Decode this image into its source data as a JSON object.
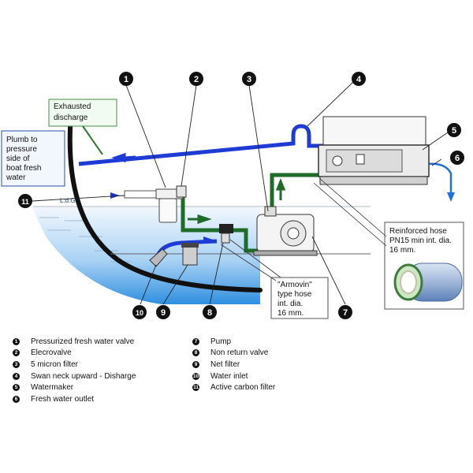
{
  "labels": {
    "exhausted_discharge": [
      "Exhausted",
      "discharge"
    ],
    "plumb_pressure": [
      "Plumb to",
      "pressure",
      "side of",
      "boat fresh",
      "water"
    ],
    "waterline": "L.d.G.",
    "armovin_hose": [
      "\"Armovin\"",
      "type hose",
      "int. dia.",
      "16 mm."
    ],
    "reinforced_hose": [
      "Reinforced hose",
      "PN15 min  int. dia.",
      "16 mm."
    ]
  },
  "callouts": [
    "1",
    "2",
    "3",
    "4",
    "5",
    "6",
    "7",
    "8",
    "9",
    "10",
    "11"
  ],
  "legend_left": [
    {
      "num": "1",
      "text": "Pressurized fresh water valve"
    },
    {
      "num": "2",
      "text": "Elecrovalve"
    },
    {
      "num": "3",
      "text": "5 micron filter"
    },
    {
      "num": "4",
      "text": "Swan neck upward - Disharge"
    },
    {
      "num": "5",
      "text": "Watermaker"
    },
    {
      "num": "6",
      "text": "Fresh water outlet"
    }
  ],
  "legend_right": [
    {
      "num": "7",
      "text": "Pump"
    },
    {
      "num": "8",
      "text": "Non return valve"
    },
    {
      "num": "9",
      "text": "Net filter"
    },
    {
      "num": "10",
      "text": "Water inlet"
    },
    {
      "num": "11",
      "text": "Active carbon filter"
    }
  ],
  "colors": {
    "blue_hose": "#1f3bd6",
    "green_hose": "#1f6b2a",
    "water_top": "#eef6fd",
    "water_bottom": "#2f8fe0",
    "hull": "#111111",
    "callout": "#111111"
  }
}
